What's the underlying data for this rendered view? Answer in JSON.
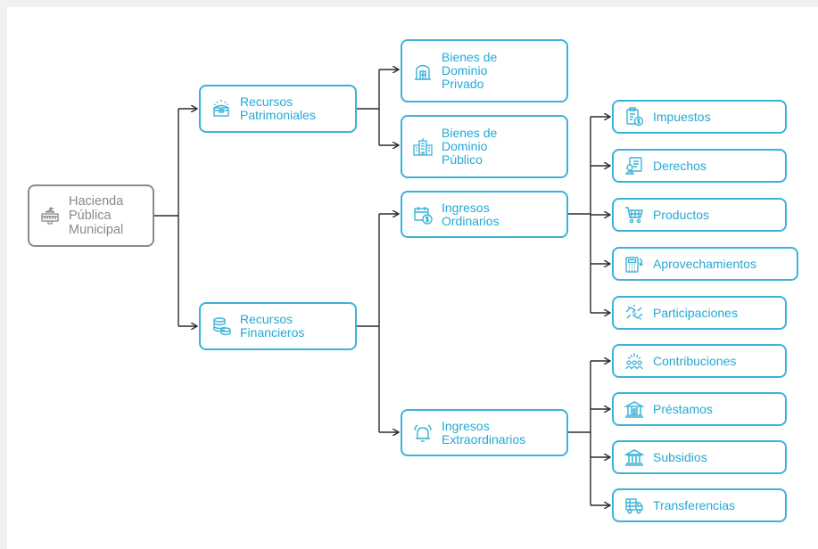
{
  "diagram": {
    "root": {
      "label": "Hacienda\nPública\nMunicipal",
      "icon": "municipal-building-icon"
    },
    "level1": [
      {
        "label": "Recursos\nPatrimoniales",
        "icon": "treasure-chest-icon"
      },
      {
        "label": "Recursos\nFinancieros",
        "icon": "coin-stack-icon"
      }
    ],
    "patrimoniales": [
      {
        "label": "Bienes de\nDominio\nPrivado",
        "icon": "private-building-icon"
      },
      {
        "label": "Bienes de\nDominio\nPúblico",
        "icon": "public-buildings-icon"
      }
    ],
    "financieros": [
      {
        "label": "Ingresos\nOrdinarios",
        "icon": "calendar-money-icon"
      },
      {
        "label": "Ingresos\nExtraordinarios",
        "icon": "alarm-bell-icon"
      }
    ],
    "ordinarios": [
      {
        "label": "Impuestos",
        "icon": "tax-document-icon"
      },
      {
        "label": "Derechos",
        "icon": "certificate-icon"
      },
      {
        "label": "Productos",
        "icon": "shopping-cart-icon"
      },
      {
        "label": "Aprovechamientos",
        "icon": "calculator-icon"
      },
      {
        "label": "Participaciones",
        "icon": "shared-hands-icon"
      }
    ],
    "extraordinarios": [
      {
        "label": "Contribuciones",
        "icon": "people-group-icon"
      },
      {
        "label": "Préstamos",
        "icon": "bank-icon"
      },
      {
        "label": "Subsidios",
        "icon": "institution-icon"
      },
      {
        "label": "Transferencias",
        "icon": "delivery-truck-icon"
      }
    ]
  },
  "colors": {
    "accent": "#3ab3d8",
    "accent_text": "#24a9d4",
    "root": "#8a8a8a",
    "connector": "#2b2b2b"
  }
}
